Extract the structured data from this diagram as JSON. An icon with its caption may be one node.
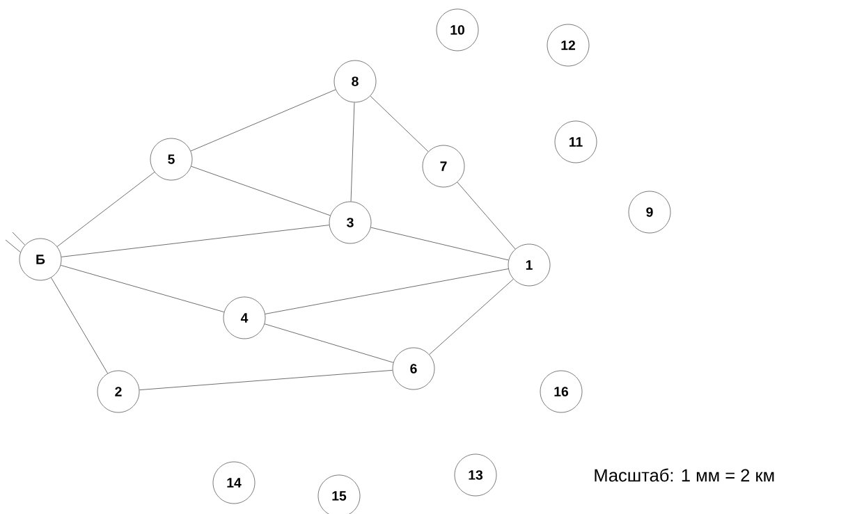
{
  "diagram": {
    "nodes": [
      {
        "text": [
          "10"
        ]
      },
      {
        "text": [
          "12"
        ]
      },
      {
        "text": [
          "8"
        ]
      },
      {
        "text": [
          "11"
        ]
      },
      {
        "text": [
          "5"
        ]
      },
      {
        "text": [
          "7"
        ]
      },
      {
        "text": [
          "9"
        ]
      },
      {
        "text": [
          "3"
        ]
      },
      {
        "text": [
          "Б"
        ]
      },
      {
        "text": [
          "1"
        ]
      },
      {
        "text": [
          "4"
        ]
      },
      {
        "text": [
          "6"
        ]
      },
      {
        "text": [
          "16"
        ]
      },
      {
        "text": [
          "2"
        ]
      },
      {
        "text": [
          "13"
        ]
      },
      {
        "text": [
          "14"
        ]
      },
      {
        "text": [
          "15"
        ]
      }
    ],
    "edges": [
      {
        "from": 2,
        "to": 4,
        "arrow": "none"
      },
      {
        "from": 2,
        "to": 7,
        "arrow": "none"
      },
      {
        "from": 2,
        "to": 5,
        "arrow": "none"
      },
      {
        "from": 4,
        "to": 8,
        "arrow": "none"
      },
      {
        "from": 4,
        "to": 7,
        "arrow": "none"
      },
      {
        "from": 5,
        "to": 9,
        "arrow": "none"
      },
      {
        "from": 7,
        "to": 8,
        "arrow": "none"
      },
      {
        "from": 7,
        "to": 9,
        "arrow": "none"
      },
      {
        "from": 8,
        "to": 10,
        "arrow": "none"
      },
      {
        "from": 8,
        "to": 13,
        "arrow": "none"
      },
      {
        "from": 10,
        "to": 9,
        "arrow": "none"
      },
      {
        "from": 10,
        "to": 11,
        "arrow": "none"
      },
      {
        "from": 9,
        "to": 11,
        "arrow": "none"
      },
      {
        "from": 13,
        "to": 11,
        "arrow": "none"
      },
      {
        "from": null,
        "to": 8,
        "arrow": "none"
      },
      {
        "from": null,
        "to": 8,
        "arrow": "none"
      }
    ],
    "labels": [
      "Масштаб: 1 мм = 2 км"
    ]
  }
}
